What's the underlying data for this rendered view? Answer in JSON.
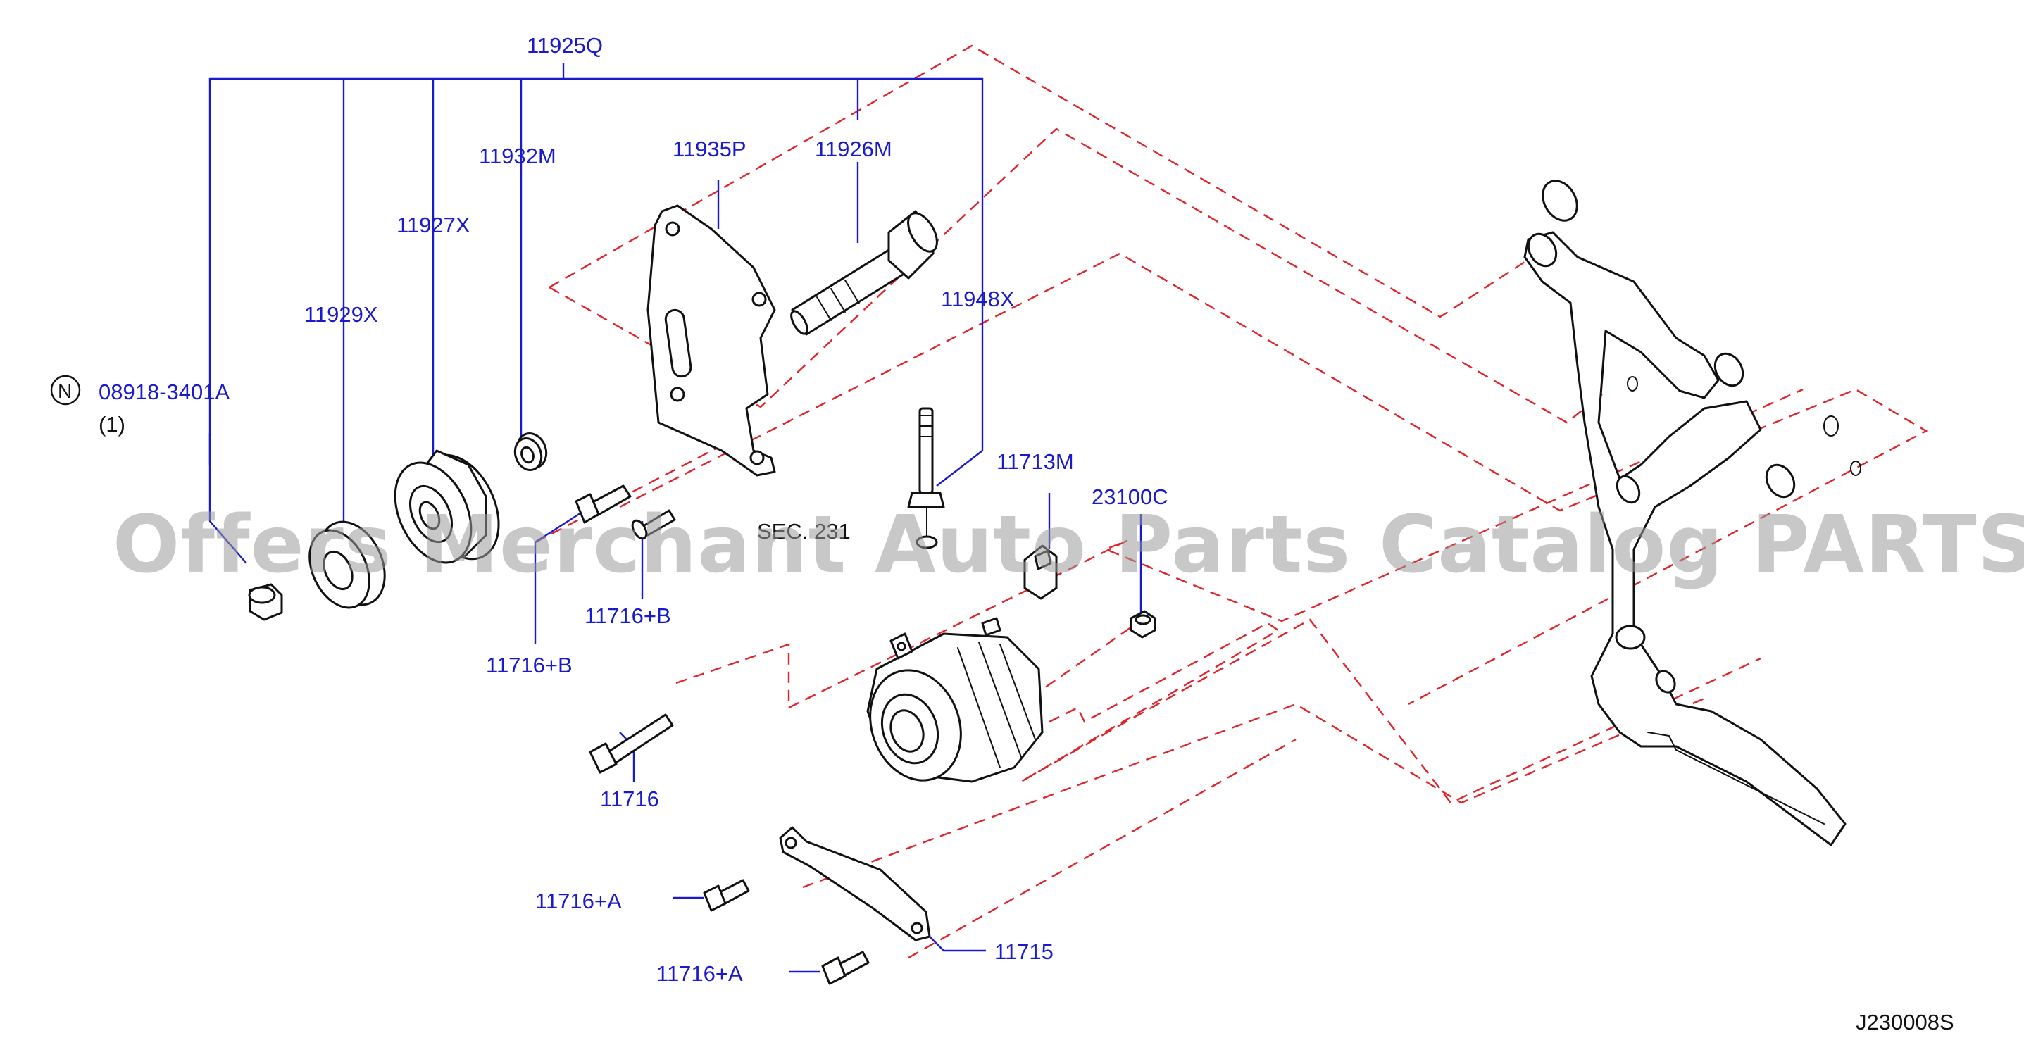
{
  "labels": {
    "p11925q": "11925Q",
    "p11932m": "11932M",
    "p11935p": "11935P",
    "p11926m": "11926M",
    "p11927x": "11927X",
    "p11948x": "11948X",
    "p11929x": "11929X",
    "p08918": "08918-3401A",
    "qty": "(1)",
    "n_symbol": "N",
    "p11713m": "11713M",
    "p23100c": "23100C",
    "sec": "SEC. 231",
    "p11716b_a": "11716+B",
    "p11716b_b": "11716+B",
    "p11716": "11716",
    "p11716a_a": "11716+A",
    "p11716a_b": "11716+A",
    "p11715": "11715",
    "diagram_id": "J230008S"
  },
  "watermark": "Offers Merchant Auto Parts Catalog PARTSTORE.SA",
  "colors": {
    "part_number": "#1a1acc",
    "leader": "#1a1acc",
    "dashed_guide": "#e0242a",
    "linework": "#111111",
    "watermark": "#9a9a9a"
  }
}
